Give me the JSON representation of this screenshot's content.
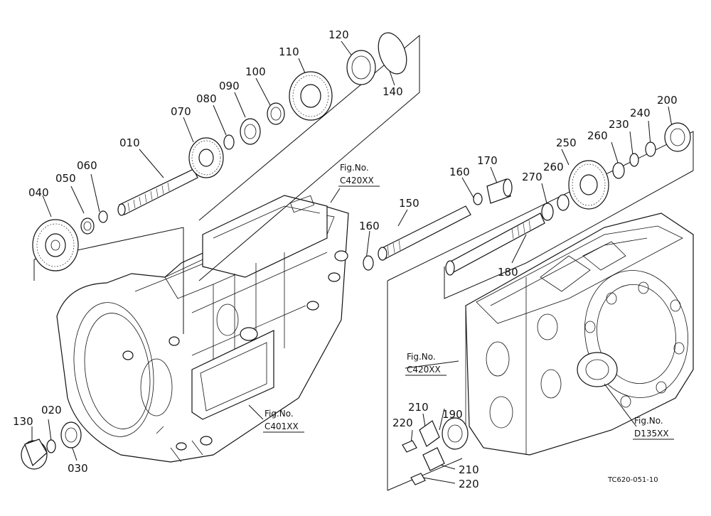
{
  "part_numbers": {
    "p010": "010",
    "p020": "020",
    "p030": "030",
    "p040": "040",
    "p050": "050",
    "p060": "060",
    "p070": "070",
    "p080": "080",
    "p090": "090",
    "p100": "100",
    "p110": "110",
    "p120": "120",
    "p130": "130",
    "p140": "140",
    "p150": "150",
    "p160a": "160",
    "p160b": "160",
    "p170": "170",
    "p180": "180",
    "p190": "190",
    "p200": "200",
    "p210a": "210",
    "p210b": "210",
    "p220a": "220",
    "p220b": "220",
    "p230": "230",
    "p240": "240",
    "p250": "250",
    "p260a": "260",
    "p260b": "260",
    "p270": "270"
  },
  "fig_refs": {
    "ref1": {
      "label": "Fig.No.",
      "code": "C420XX"
    },
    "ref2": {
      "label": "Fig.No.",
      "code": "C420XX"
    },
    "ref3": {
      "label": "Fig.No.",
      "code": "C401XX"
    },
    "ref4": {
      "label": "Fig.No.",
      "code": "D135XX"
    }
  },
  "drawing_code": "TC620-051-10"
}
